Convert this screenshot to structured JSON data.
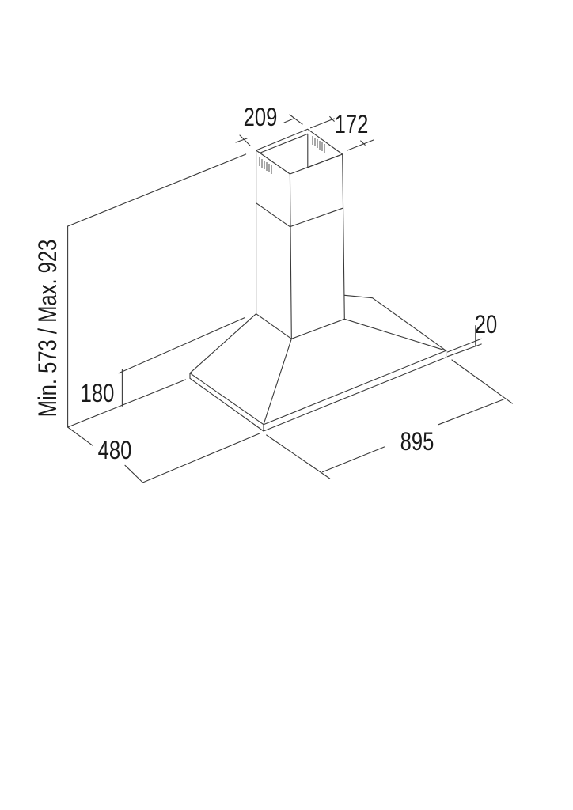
{
  "diagram": {
    "subject": "chimney-hood-dimensions",
    "dimensions": {
      "chimney_width": "209",
      "chimney_depth": "172",
      "height_range": "Min. 573 / Max. 923",
      "hood_height": "180",
      "depth": "480",
      "width": "895",
      "edge_thickness": "20"
    },
    "line_color": "#3a3a3a",
    "text_color": "#1a1a1a"
  }
}
